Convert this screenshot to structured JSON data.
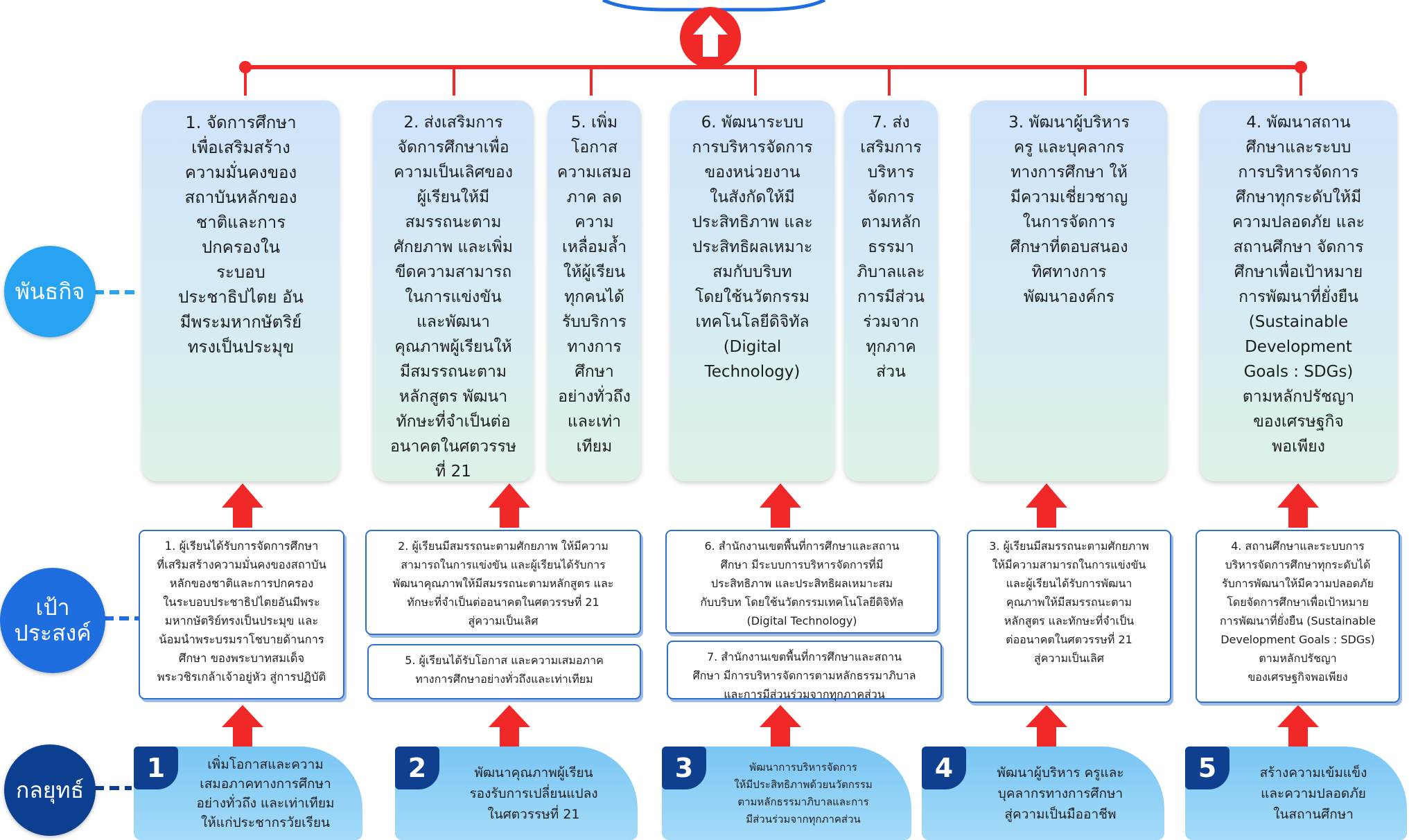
{
  "labels": {
    "mission": "พันธกิจ",
    "goal": "เป้า\nประสงค์",
    "strategy": "กลยุทธ์"
  },
  "missions": [
    "1. จัดการศึกษา\nเพื่อเสริมสร้าง\nความมั่นคงของ\nสถาบันหลักของ\nชาติและการ\nปกครองใน\nระบอบ\nประชาธิปไตย อัน\nมีพระมหากษัตริย์\nทรงเป็นประมุข",
    "2. ส่งเสริมการ\nจัดการศึกษาเพื่อ\nความเป็นเลิศของ\nผู้เรียนให้มี\nสมรรถนะตาม\nศักยภาพ และเพิ่ม\nขีดความสามารถ\nในการแข่งขัน\nและพัฒนา\nคุณภาพผู้เรียนให้\nมีสมรรถนะตาม\nหลักสูตร พัฒนา\nทักษะที่จำเป็นต่อ\nอนาคตในศตวรรษ\nที่ 21",
    "5. เพิ่ม\nโอกาส\nความเสมอ\nภาค ลด\nความ\nเหลื่อมล้ำ\nให้ผู้เรียน\nทุกคนได้\nรับบริการ\nทางการ\nศึกษา\nอย่างทั่วถึง\nและเท่า\nเทียม",
    "6. พัฒนาระบบ\nการบริหารจัดการ\nของหน่วยงาน\nในสังกัดให้มี\nประสิทธิภาพ และ\nประสิทธิผลเหมาะ\nสมกับบริบท\nโดยใช้นวัตกรรม\nเทคโนโลยีดิจิทัล\n(Digital\nTechnology)",
    "7. ส่ง\nเสริมการ\nบริหาร\nจัดการ\nตามหลัก\nธรรมา\nภิบาลและ\nการมีส่วน\nร่วมจาก\nทุกภาค\nส่วน",
    "3. พัฒนาผู้บริหาร\nครู และบุคลากร\nทางการศึกษา ให้\nมีความเชี่ยวชาญ\nในการจัดการ\nศึกษาที่ตอบสนอง\nทิศทางการ\nพัฒนาองค์กร",
    "4. พัฒนาสถาน\nศึกษาและระบบ\nการบริหารจัดการ\nศึกษาทุกระดับให้มี\nความปลอดภัย และ\nสถานศึกษา จัดการ\nศึกษาเพื่อเป้าหมาย\nการพัฒนาที่ยั่งยืน\n(Sustainable\nDevelopment\nGoals : SDGs)\nตามหลักปรัชญา\nของเศรษฐกิจ\nพอเพียง"
  ],
  "goals": [
    "1. ผู้เรียนได้รับการจัดการศึกษา\nที่เสริมสร้างความมั่นคงของสถาบัน\nหลักของชาติและการปกครอง\nในระบอบประชาธิปไตยอันมีพระ\nมหากษัตริย์ทรงเป็นประมุข และ\nน้อมนำพระบรมราโชบายด้านการ\nศึกษา ของพระบาทสมเด็จ\nพระวชิรเกล้าเจ้าอยู่หัว สู่การปฏิบัติ",
    "2. ผู้เรียนมีสมรรถนะตามศักยภาพ ให้มีความ\nสามารถในการแข่งขัน และผู้เรียนได้รับการ\nพัฒนาคุณภาพให้มีสมรรถนะตามหลักสูตร และ\nทักษะที่จำเป็นต่ออนาคตในศตวรรษที่ 21\nสู่ความเป็นเลิศ",
    "5. ผู้เรียนได้รับโอกาส และความเสมอภาค\nทางการศึกษาอย่างทั่วถึงและเท่าเทียม",
    "6. สำนักงานเขตพื้นที่การศึกษาและสถาน\nศึกษา มีระบบการบริหารจัดการที่มี\nประสิทธิภาพ และประสิทธิผลเหมาะสม\nกับบริบท โดยใช้นวัตกรรมเทคโนโลยีดิจิทัล\n(Digital Technology)",
    "7. สำนักงานเขตพื้นที่การศึกษาและสถาน\nศึกษา มีการบริหารจัดการตามหลักธรรมาภิบาล\nและการมีส่วนร่วมจากทุกภาคส่วน",
    "3. ผู้เรียนมีสมรรถนะตามศักยภาพ\nให้มีความสามารถในการแข่งขัน\nและผู้เรียนได้รับการพัฒนา\nคุณภาพให้มีสมรรถนะตาม\nหลักสูตร และทักษะที่จำเป็น\nต่ออนาคตในศตวรรษที่ 21\nสู่ความเป็นเลิศ",
    "4. สถานศึกษาและระบบการ\nบริหารจัดการศึกษาทุกระดับได้\nรับการพัฒนาให้มีความปลอดภัย\nโดยจัดการศึกษาเพื่อเป้าหมาย\nการพัฒนาที่ยั่งยืน (Sustainable\nDevelopment Goals : SDGs)\nตามหลักปรัชญา\nของเศรษฐกิจพอเพียง"
  ],
  "strategies": [
    {
      "number": "1",
      "text": "เพิ่มโอกาสและความ\nเสมอภาคทางการศึกษา\nอย่างทั่วถึง และเท่าเทียม\nให้แก่ประชากรวัยเรียน"
    },
    {
      "number": "2",
      "text": "พัฒนาคุณภาพผู้เรียน\nรองรับการเปลี่ยนแปลง\nในศตวรรษที่ 21"
    },
    {
      "number": "3",
      "text": "พัฒนาการบริหารจัดการ\nให้มีประสิทธิภาพด้วยนวัตกรรม\nตามหลักธรรมาภิบาลและการ\nมีส่วนร่วมจากทุกภาคส่วน"
    },
    {
      "number": "4",
      "text": "พัฒนาผู้บริหาร ครูและ\nบุคลากรทางการศึกษา\nสู่ความเป็นมืออาชีพ"
    },
    {
      "number": "5",
      "text": "สร้างความเข้มแข็ง\nและความปลอดภัย\nในสถานศึกษา"
    }
  ],
  "colors": {
    "red": "#f02828",
    "mission_circle": "#27a3f2",
    "goal_circle": "#1f6ee0",
    "strategy_circle": "#0d3f91",
    "dash": "#27a3f2"
  },
  "icons": [
    "up-arrow-icon"
  ]
}
